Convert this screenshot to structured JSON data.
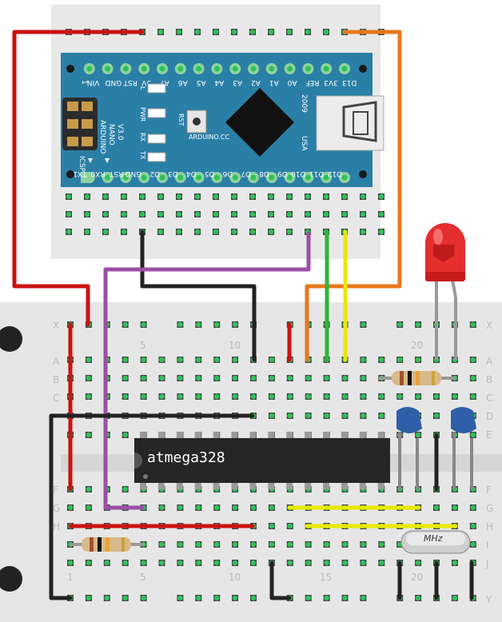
{
  "board": {
    "header_top": [
      "D13",
      "3V3",
      "REF",
      "A0",
      "A1",
      "A2",
      "A3",
      "A4",
      "A5",
      "A6",
      "A7",
      "5V",
      "RST",
      "GND",
      "VIN"
    ],
    "header_bottom": [
      "D12",
      "D11",
      "D10",
      "D9",
      "D8",
      "D7",
      "D6",
      "D5",
      "D4",
      "D3",
      "D2",
      "GND",
      "RST",
      "RX0",
      "TX1"
    ],
    "title": [
      "ARDUINO",
      "NANO",
      "V3.0"
    ],
    "year": "2009",
    "usa": "USA",
    "site": "ARDUINO.CC",
    "icsp": "ICSP",
    "pin1": "1",
    "rst": "RST",
    "led_labels": [
      "L",
      "PWR",
      "RX",
      "TX"
    ]
  },
  "chip": {
    "label": "atmega328"
  },
  "crystal": {
    "label": "MHz"
  },
  "breadboard": {
    "row_letters_top": [
      "X",
      "A",
      "B",
      "C",
      "D",
      "E"
    ],
    "row_letters_bottom": [
      "F",
      "G",
      "H",
      "I",
      "J",
      "Y"
    ],
    "column_numbers": [
      "1",
      "5",
      "10",
      "15",
      "20"
    ]
  },
  "colors": {
    "board": "#2a7fa6",
    "wire_red": "#cc1111",
    "wire_orange": "#e8781a",
    "wire_black": "#222222",
    "wire_purple": "#9b4fa6",
    "wire_green": "#2fb43a",
    "wire_yellow": "#e8e800",
    "led": "#e52e2e",
    "capacitor": "#2f5fa8",
    "hole_green": "#2dc25a"
  }
}
